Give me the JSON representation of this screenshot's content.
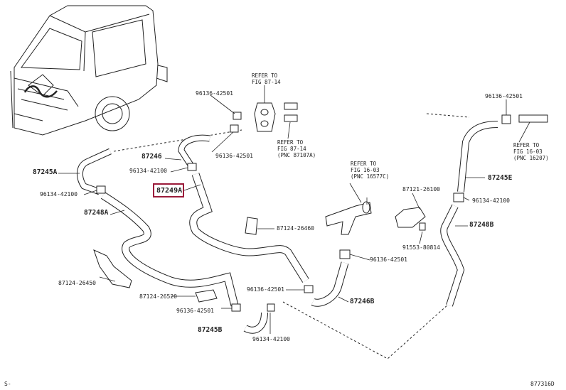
{
  "parts": {
    "p_87249A": "87249A",
    "p_87245A": "87245A",
    "p_87246": "87246",
    "p_87248A": "87248A",
    "p_87245B": "87245B",
    "p_87246B": "87246B",
    "p_87245E": "87245E",
    "p_87248B": "87248B",
    "p_96134_42100_a": "96134-42100",
    "p_96134_42100_b": "96134-42100",
    "p_96134_42100_c": "96134-42100",
    "p_96134_42100_d": "96134-42100",
    "p_96136_42501_a": "96136-42501",
    "p_96136_42501_b": "96136-42501",
    "p_96136_42501_c": "96136-42501",
    "p_96136_42501_d": "96136-42501",
    "p_96136_42501_e": "96136-42501",
    "p_96136_42501_f": "96136-42501",
    "p_87124_26460": "87124-26460",
    "p_87124_26450": "87124-26450",
    "p_87124_26520": "87124-26520",
    "p_87121_26100": "87121-26100",
    "p_91553_80814": "91553-80814"
  },
  "refs": {
    "r1_l1": "REFER TO",
    "r1_l2": "FIG 87-14",
    "r2_l1": "REFER TO",
    "r2_l2": "FIG 87-14",
    "r2_l3": "(PNC 87107A)",
    "r3_l1": "REFER TO",
    "r3_l2": "FIG 16-03",
    "r3_l3": "(PNC 16577C)",
    "r4_l1": "REFER TO",
    "r4_l2": "FIG 16-03",
    "r4_l3": "(PNC 16207)"
  },
  "corner": {
    "left": "S-",
    "code": "877316D"
  }
}
